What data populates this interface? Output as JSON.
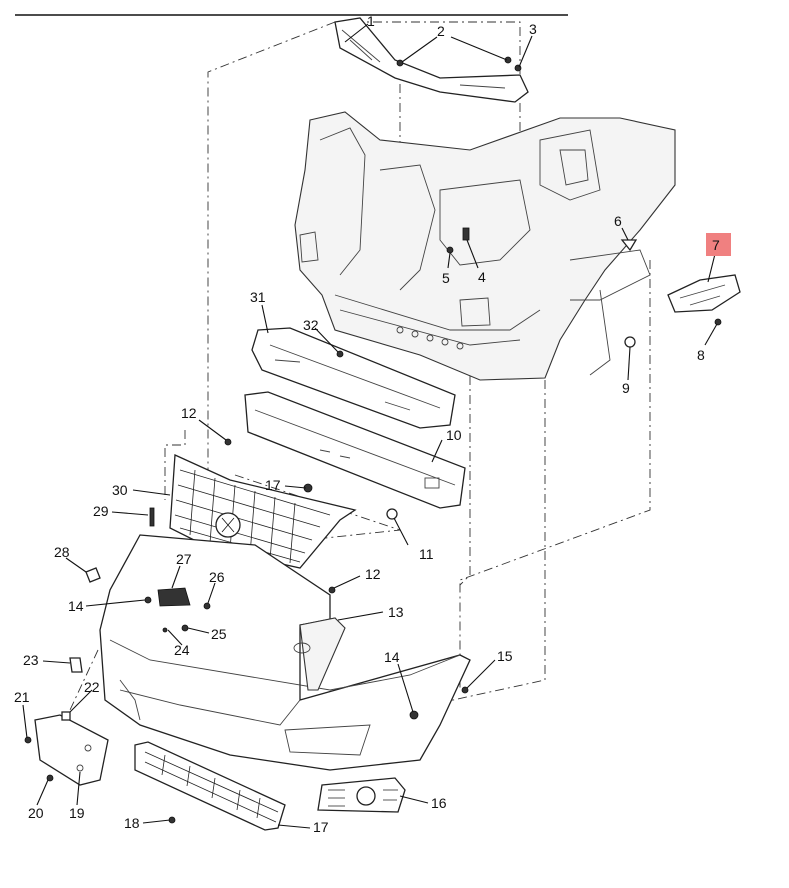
{
  "diagram": {
    "highlighted_callout": "7",
    "callouts": [
      "1",
      "2",
      "3",
      "4",
      "5",
      "6",
      "7",
      "8",
      "9",
      "10",
      "11",
      "12",
      "13",
      "14",
      "15",
      "16",
      "17",
      "18",
      "19",
      "20",
      "21",
      "22",
      "23",
      "24",
      "25",
      "26",
      "27",
      "28",
      "29",
      "30",
      "31",
      "32"
    ],
    "repeated_callouts": [
      "12",
      "14",
      "17"
    ]
  }
}
